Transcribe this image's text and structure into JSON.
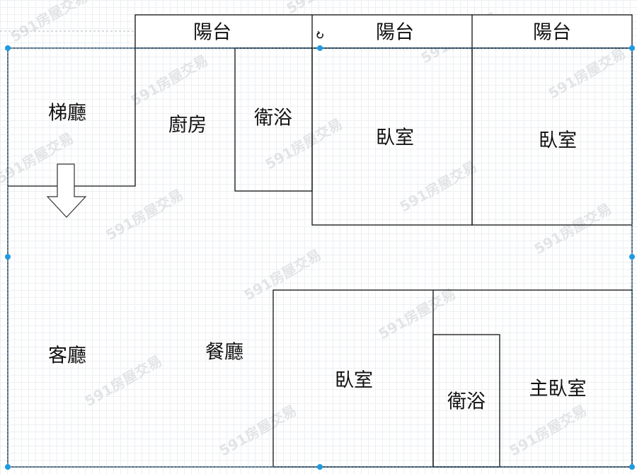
{
  "watermark": "591房屋交易",
  "rooms": {
    "balcony_1": "陽台",
    "balcony_2": "陽台",
    "balcony_3": "陽台",
    "stair_hall": "梯廳",
    "kitchen": "廚房",
    "bathroom_1": "衛浴",
    "bedroom_1": "臥室",
    "bedroom_2": "臥室",
    "living_room": "客廳",
    "dining_room": "餐廳",
    "bedroom_3": "臥室",
    "bathroom_2": "衛浴",
    "master_bedroom": "主臥室"
  },
  "colors": {
    "wall": "#111111",
    "selection": "#1e90d6",
    "handle": "#1e9be0"
  }
}
